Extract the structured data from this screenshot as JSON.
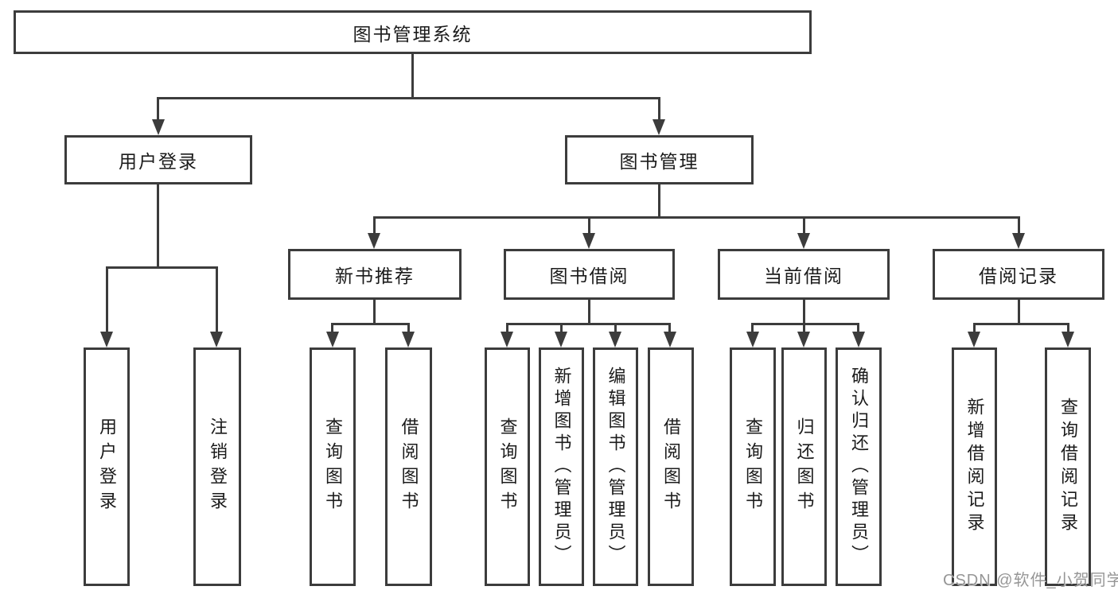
{
  "colors": {
    "line": "#3c3c3c",
    "text": "#1b1b1b",
    "background": "#ffffff",
    "watermark_color": "#969696"
  },
  "diagram": {
    "root": "图书管理系统",
    "level2": {
      "user_login": "用户登录",
      "book_management": "图书管理"
    },
    "level3": {
      "new_book_recommend": "新书推荐",
      "book_borrowing": "图书借阅",
      "current_borrowing": "当前借阅",
      "borrowing_records": "借阅记录"
    },
    "leaves": {
      "user_login": "用户登录",
      "logout": "注销登录",
      "nb_query_books": "查询图书",
      "nb_borrow_books": "借阅图书",
      "bb_query_books": "查询图书",
      "bb_add_books": "新增图书（管理员）",
      "bb_edit_books": "编辑图书（管理员）",
      "bb_borrow_books": "借阅图书",
      "cb_query_books": "查询图书",
      "cb_return_books": "归还图书",
      "cb_confirm_return": "确认归还（管理员）",
      "br_add_record": "新增借阅记录",
      "br_query_record": "查询借阅记录"
    }
  },
  "watermark": "CSDN @软件_小贺同学"
}
